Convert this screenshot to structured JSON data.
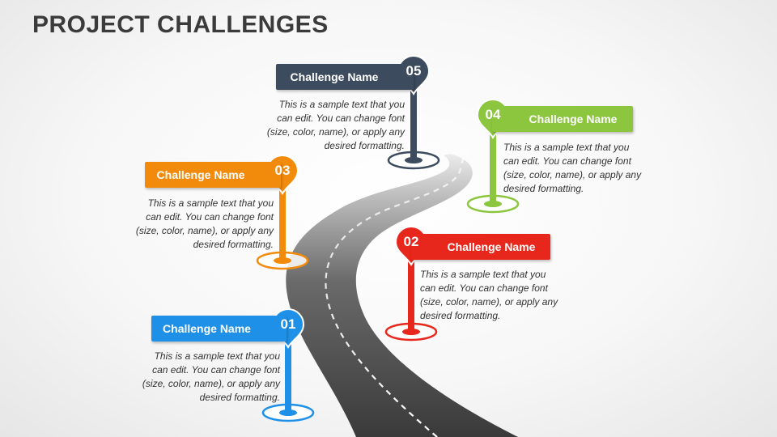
{
  "title": "PROJECT CHALLENGES",
  "colors": {
    "c1": "#1e90e8",
    "c2": "#e8271c",
    "c3": "#f28b0c",
    "c4": "#8cc63f",
    "c5": "#3d4b5f",
    "road": "#555555"
  },
  "challenges": [
    {
      "number": "01",
      "name": "Challenge Name",
      "text": "This is a sample text that you can edit. You can change font (size, color, name), or apply any desired formatting."
    },
    {
      "number": "02",
      "name": "Challenge Name",
      "text": "This is a sample text that you can edit. You can change font (size, color, name), or apply any desired formatting."
    },
    {
      "number": "03",
      "name": "Challenge Name",
      "text": "This is a sample text that you can edit. You can change font (size, color, name), or apply any desired formatting."
    },
    {
      "number": "04",
      "name": "Challenge Name",
      "text": "This is a sample text that you can edit. You can change font (size, color, name), or apply any desired formatting."
    },
    {
      "number": "05",
      "name": "Challenge Name",
      "text": "This is a sample text that you can edit. You can change font (size, color, name), or apply any desired formatting."
    }
  ]
}
